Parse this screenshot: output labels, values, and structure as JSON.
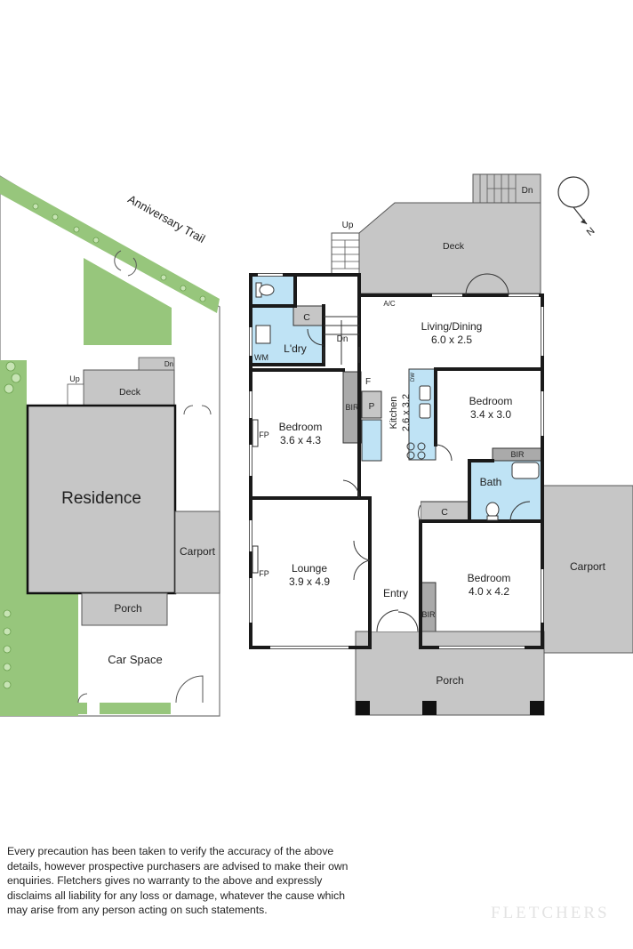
{
  "site_plan": {
    "street": "Anniversary Trail",
    "residence": "Residence",
    "deck": "Deck",
    "up": "Up",
    "dn": "Dn",
    "carport": "Carport",
    "porch": "Porch",
    "car_space": "Car Space"
  },
  "floor_plan": {
    "deck": "Deck",
    "up": "Up",
    "dn_top": "Dn",
    "dn_laundry": "Dn",
    "ac": "A/C",
    "living_name": "Living/Dining",
    "living_size": "6.0 x 2.5",
    "laundry": "L'dry",
    "cupboard": "C",
    "wm": "WM",
    "bedroom1_name": "Bedroom",
    "bedroom1_size": "3.6 x 4.3",
    "fp1": "FP",
    "bir1": "BIR",
    "fridge": "F",
    "pantry": "P",
    "kitchen_name": "Kitchen",
    "kitchen_size": "2.6 x 3.2",
    "dw": "DW",
    "bedroom2_name": "Bedroom",
    "bedroom2_size": "3.4 x 3.0",
    "bir2": "BIR",
    "bath": "Bath",
    "cupboard2": "C",
    "lounge_name": "Lounge",
    "lounge_size": "3.9 x 4.9",
    "fp2": "FP",
    "entry": "Entry",
    "bedroom3_name": "Bedroom",
    "bedroom3_size": "4.0 x 4.2",
    "bir3": "BIR",
    "carport": "Carport",
    "porch": "Porch"
  },
  "compass": {
    "north": "N"
  },
  "disclaimer": "Every precaution has been taken to verify the accuracy of the above details, however prospective purchasers are advised to make their own enquiries. Fletchers gives no warranty to the above and expressly disclaims all liability for any loss or damage, whatever the cause which may arise from any person acting on such statements.",
  "watermark": "FLETCHERS",
  "colors": {
    "wall": "#1a1a1a",
    "deck": "#c6c6c6",
    "wet_area": "#bfe3f5",
    "lawn": "#97c67c",
    "robe": "#aaaaaa"
  }
}
